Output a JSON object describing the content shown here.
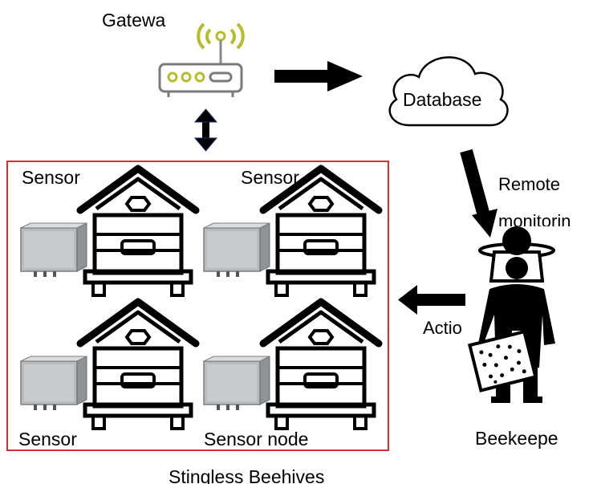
{
  "labels": {
    "gateway": "Gatewa",
    "database": "Database",
    "remote": "Remote",
    "monitoring": "monitorin",
    "action": "Actio",
    "beekeeper": "Beekeepe",
    "hive_group": "Stingless Beehives",
    "sensor_top_left": "Sensor",
    "sensor_top_right": "Sensor",
    "sensor_bottom_left": "Sensor",
    "sensor_bottom_right": "Sensor node"
  },
  "colors": {
    "hive_box_border": "#d62f2f",
    "gateway_accent": "#b5bd2a",
    "ink": "#000000"
  },
  "icons": [
    "router-icon",
    "cloud-icon",
    "beehive-icon",
    "sensor-box-icon",
    "beekeeper-icon"
  ]
}
